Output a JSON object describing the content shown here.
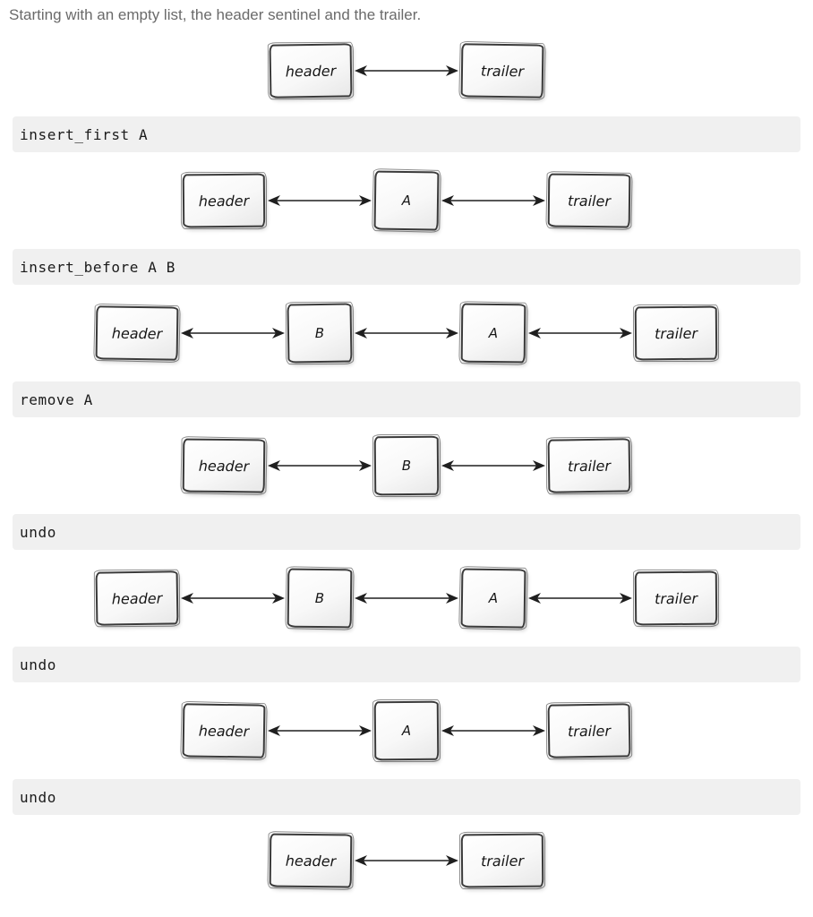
{
  "page": {
    "intro": "Starting with an empty list, the header sentinel and the trailer."
  },
  "colors": {
    "background": "#ffffff",
    "command_bar_bg": "#f0f0f0",
    "command_text": "#1b1b1b",
    "intro_text": "#6a6a6a",
    "node_border": "#3a3a3a",
    "node_fill": "#f5f5f5",
    "arrow": "#1f1f1f"
  },
  "commands": [
    "insert_first A",
    "insert_before A B",
    "remove A",
    "undo",
    "undo",
    "undo"
  ],
  "diagrams": [
    {
      "nodes": [
        "header",
        "trailer"
      ]
    },
    {
      "nodes": [
        "header",
        "A",
        "trailer"
      ]
    },
    {
      "nodes": [
        "header",
        "B",
        "A",
        "trailer"
      ]
    },
    {
      "nodes": [
        "header",
        "B",
        "trailer"
      ]
    },
    {
      "nodes": [
        "header",
        "B",
        "A",
        "trailer"
      ]
    },
    {
      "nodes": [
        "header",
        "A",
        "trailer"
      ]
    },
    {
      "nodes": [
        "header",
        "trailer"
      ]
    }
  ]
}
